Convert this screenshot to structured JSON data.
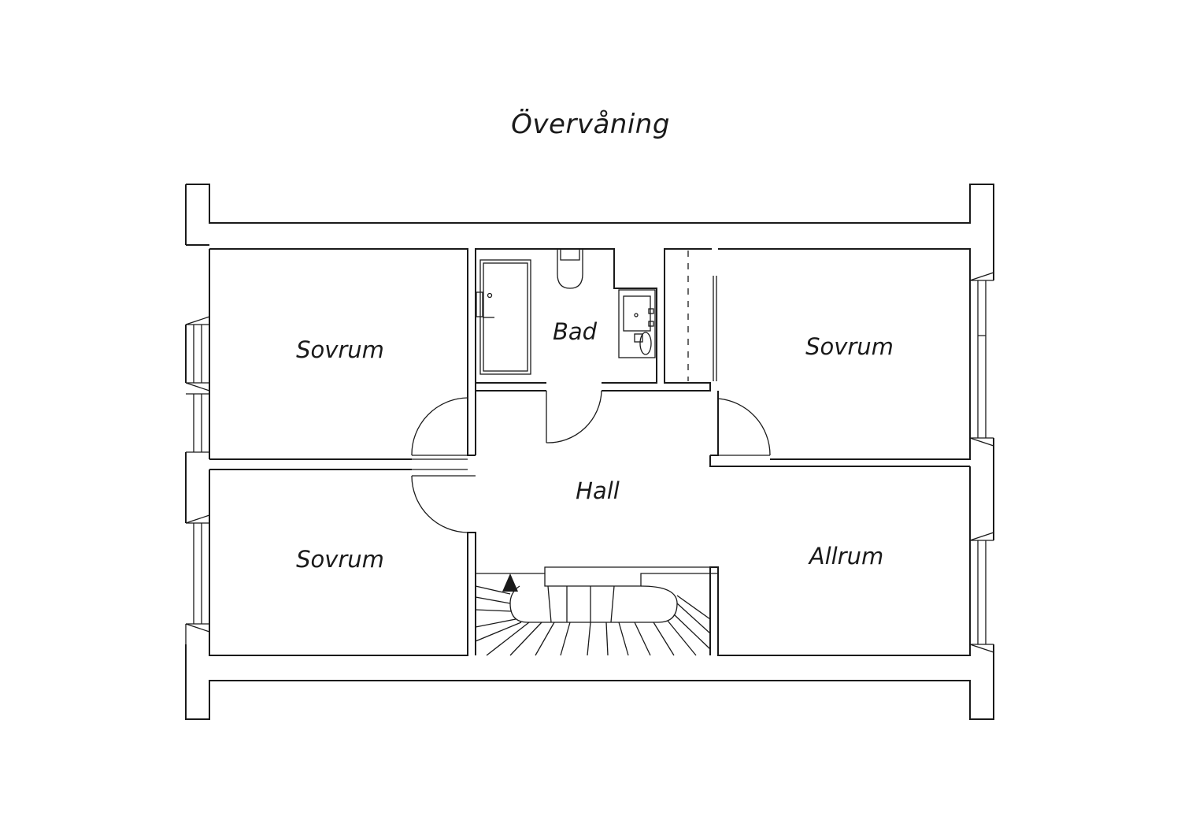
{
  "plan": {
    "title": "Övervåning",
    "rooms": {
      "bedroom_top_left": "Sovrum",
      "bath": "Bad",
      "bedroom_top_right": "Sovrum",
      "hall": "Hall",
      "bedroom_bottom_left": "Sovrum",
      "living": "Allrum"
    }
  }
}
